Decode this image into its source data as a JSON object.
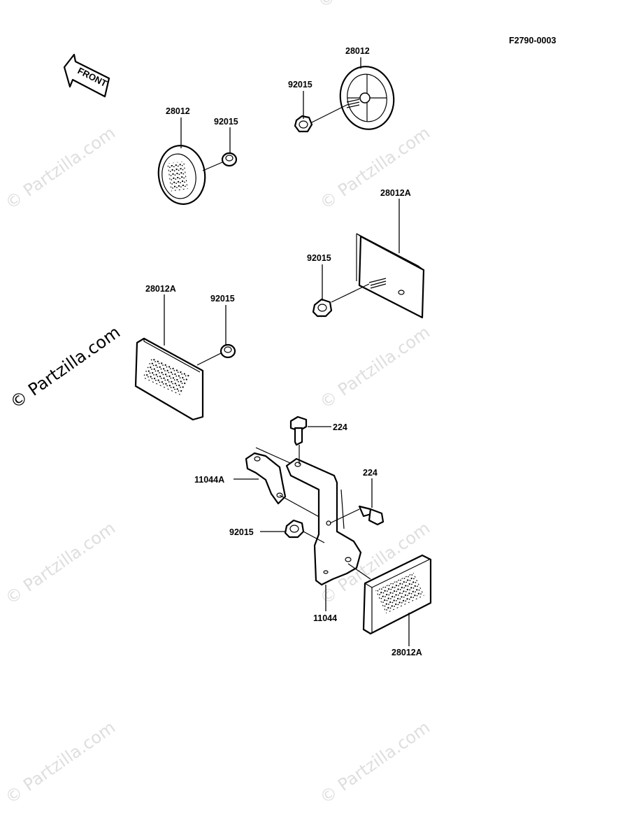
{
  "diagram_code": "F2790-0003",
  "front_arrow": {
    "label": "FRONT"
  },
  "watermark": "© Partzilla.com",
  "callouts": [
    {
      "id": "c1",
      "text": "28012"
    },
    {
      "id": "c2",
      "text": "92015"
    },
    {
      "id": "c3",
      "text": "28012"
    },
    {
      "id": "c4",
      "text": "92015"
    },
    {
      "id": "c5",
      "text": "28012A"
    },
    {
      "id": "c6",
      "text": "92015"
    },
    {
      "id": "c7",
      "text": "28012A"
    },
    {
      "id": "c8",
      "text": "92015"
    },
    {
      "id": "c9",
      "text": "224"
    },
    {
      "id": "c10",
      "text": "11044A"
    },
    {
      "id": "c11",
      "text": "224"
    },
    {
      "id": "c12",
      "text": "92015"
    },
    {
      "id": "c13",
      "text": "11044"
    },
    {
      "id": "c14",
      "text": "28012A"
    }
  ]
}
